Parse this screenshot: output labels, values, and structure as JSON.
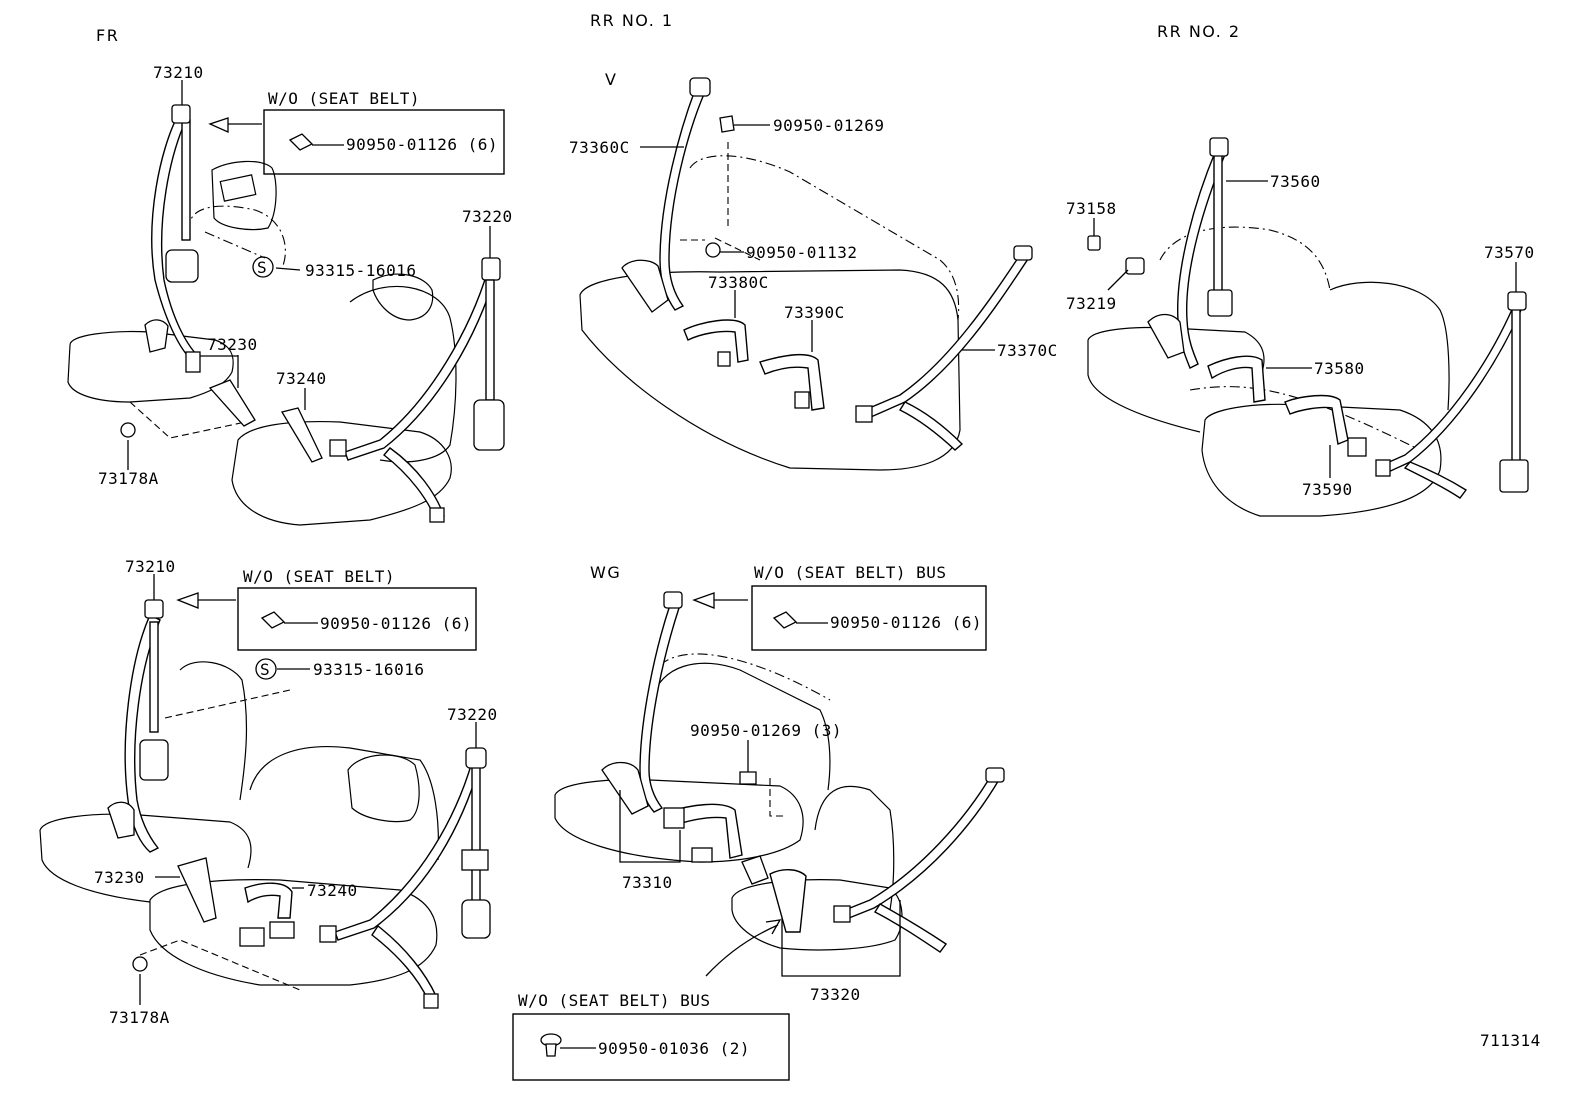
{
  "sections": {
    "fr": "FR",
    "rr1": "RR NO. 1",
    "rr2": "RR NO. 2",
    "v": "V",
    "wg": "WG"
  },
  "fr_top": {
    "p73210": "73210",
    "box_title": "W/O (SEAT BELT)",
    "box_part": "90950-01126 (6)",
    "s_mark": "S",
    "p93315": "93315-16016",
    "p73220": "73220",
    "p73230": "73230",
    "p73240": "73240",
    "p73178a": "73178A"
  },
  "rr1": {
    "p73360c": "73360C",
    "p90950_01269": "90950-01269",
    "p90950_01132": "90950-01132",
    "p73380c": "73380C",
    "p73390c": "73390C",
    "p73370c": "73370C"
  },
  "rr2": {
    "p73560": "73560",
    "p73158": "73158",
    "p73219": "73219",
    "p73570": "73570",
    "p73580": "73580",
    "p73590": "73590"
  },
  "fr_bottom": {
    "p73210": "73210",
    "box_title": "W/O (SEAT BELT)",
    "box_part": "90950-01126 (6)",
    "s_mark": "S",
    "p93315": "93315-16016",
    "p73220": "73220",
    "p73230": "73230",
    "p73240": "73240",
    "p73178a": "73178A"
  },
  "wg": {
    "box_title": "W/O (SEAT BELT)  BUS",
    "box_part": "90950-01126 (6)",
    "p90950_01269_3": "90950-01269 (3)",
    "p73310": "73310",
    "p73320": "73320",
    "box2_title": "W/O (SEAT BELT)  BUS",
    "box2_part": "90950-01036 (2)"
  },
  "figure_id": "711314"
}
